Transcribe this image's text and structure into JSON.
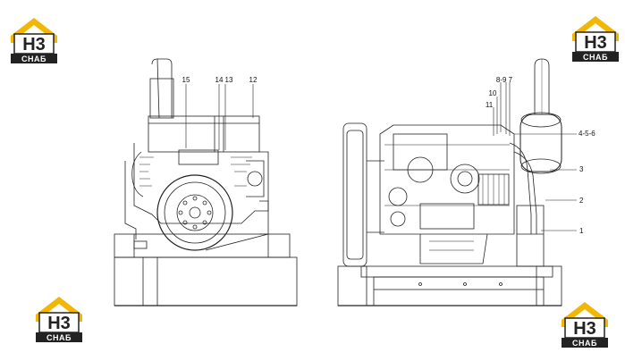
{
  "logo": {
    "mark": "H3",
    "caption": "СНАБ"
  },
  "callouts": {
    "left": {
      "c15": "15",
      "c14": "14",
      "c13": "13",
      "c12": "12"
    },
    "right": {
      "c8_9_7": "8-9 7",
      "c10": "10",
      "c11": "11",
      "c4_5_6": "4-5-6",
      "c3": "3",
      "c2": "2",
      "c1": "1"
    }
  }
}
